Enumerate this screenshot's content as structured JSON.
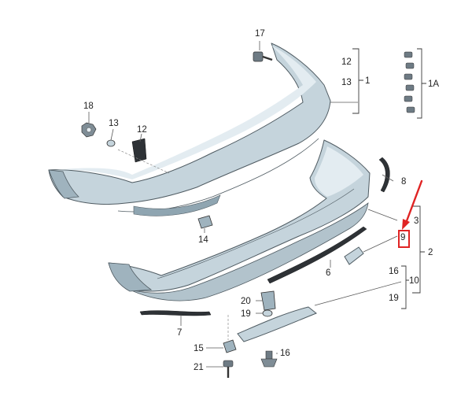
{
  "colors": {
    "body_fill": "#c5d4dc",
    "body_light": "#e3ecf1",
    "body_dark": "#8fa5b1",
    "trim_dark": "#2e3236",
    "arrow_red": "#e02424",
    "highlight_box": "#e02424"
  },
  "labels": {
    "l1": "1",
    "l1a": "1A",
    "l2": "2",
    "l3": "3",
    "l6": "6",
    "l7": "7",
    "l8": "8",
    "l9": "9",
    "l10": "10",
    "l12_top": "12",
    "l12_mid": "12",
    "l13_top": "13",
    "l13_left": "13",
    "l14": "14",
    "l15": "15",
    "l16_right": "16",
    "l16_bottom": "16",
    "l17": "17",
    "l18": "18",
    "l19_right": "19",
    "l19_mid": "19",
    "l20": "20",
    "l21": "21"
  },
  "icons": {
    "pointer": "red-arrow-icon",
    "highlight": "highlight-box-icon"
  }
}
